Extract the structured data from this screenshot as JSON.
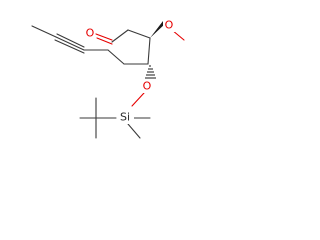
{
  "molecule": {
    "atoms": {
      "aldehyde_oxygen": "O",
      "methoxy_oxygen": "O",
      "silyl_ether_oxygen": "O",
      "silicon": "Si"
    },
    "colors": {
      "oxygen": "#e60000",
      "silicon": "#2a2a2a",
      "bond": "#3a3a3a"
    }
  }
}
